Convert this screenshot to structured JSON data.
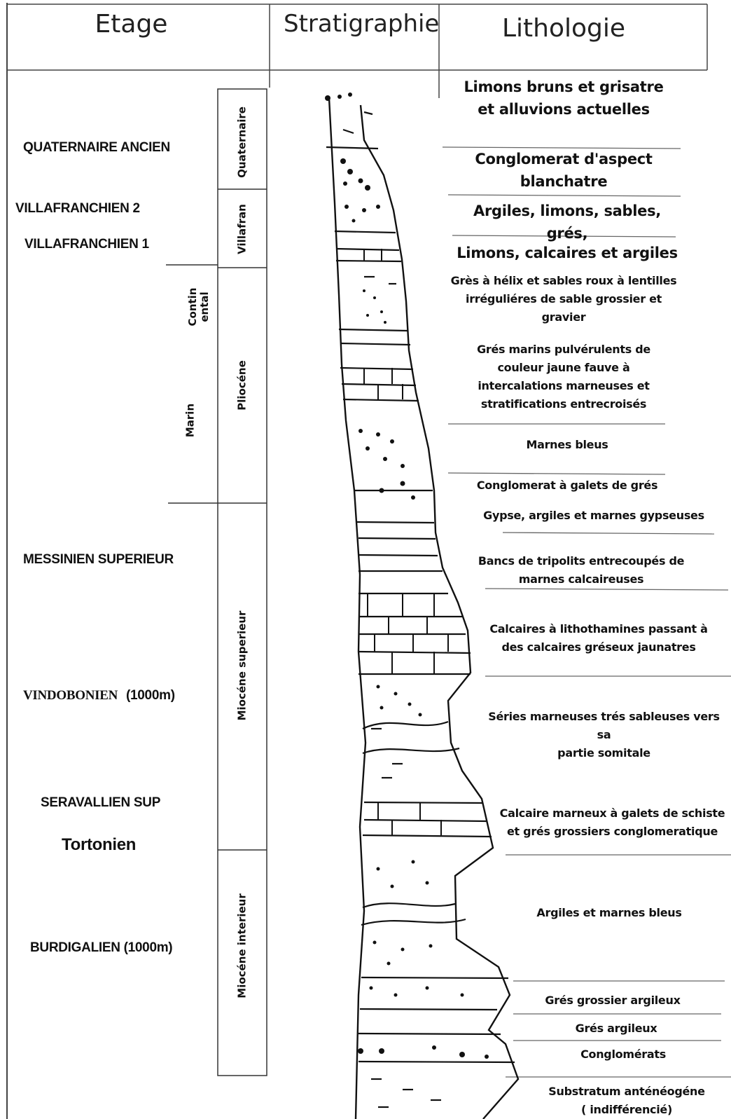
{
  "headers": {
    "etage": "Etage",
    "stratigraphie": "Stratigraphie",
    "lithologie": "Lithologie"
  },
  "etages": [
    "QUATERNAIRE ANCIEN",
    "VILLAFRANCHIEN 2",
    "VILLAFRANCHIEN 1",
    "MESSINIEN SUPERIEUR",
    "VINDOBONIEN",
    "(1000m)",
    "SERAVALLIEN SUP",
    "Tortonien",
    "BURDIGALIEN (1000m)"
  ],
  "column_labels": {
    "quaternaire": "Quaternaire",
    "villafran": "Villafran",
    "continental": "Contin\nental",
    "marin": "Marin",
    "pliocene": "Pliocéne",
    "miocene_sup": "Miocéne superieur",
    "miocene_inf": "Miocéne interieur"
  },
  "lithology": [
    "Limons bruns et grisatre\net alluvions actuelles",
    "Conglomerat d'aspect\nblanchatre",
    "Argiles, limons, sables, grés,",
    "Limons, calcaires et argiles",
    "Grès à hélix et sables roux à lentilles\nirréguliéres de sable  grossier et\ngravier",
    "Grés marins pulvérulents de\ncouleur jaune fauve à\nintercalations marneuses et\nstratifications entrecroisés",
    "Marnes bleus",
    "Conglomerat à galets de grés",
    "Gypse, argiles et marnes gypseuses",
    "Bancs de tripolits entrecoupés de\nmarnes calcaireuses",
    "Calcaires à lithothamines passant à\ndes calcaires gréseux jaunatres",
    "Séries marneuses trés sableuses vers sa\npartie somitale",
    "Calcaire marneux à galets de schiste\net grés grossiers conglomeratique",
    "Argiles et marnes bleus",
    "Grés grossier argileux",
    "Grés argileux",
    "Conglomérats",
    "Substratum anténéogéne\n( indifférencié)"
  ],
  "colors": {
    "ink": "#111111",
    "line": "#555555"
  }
}
